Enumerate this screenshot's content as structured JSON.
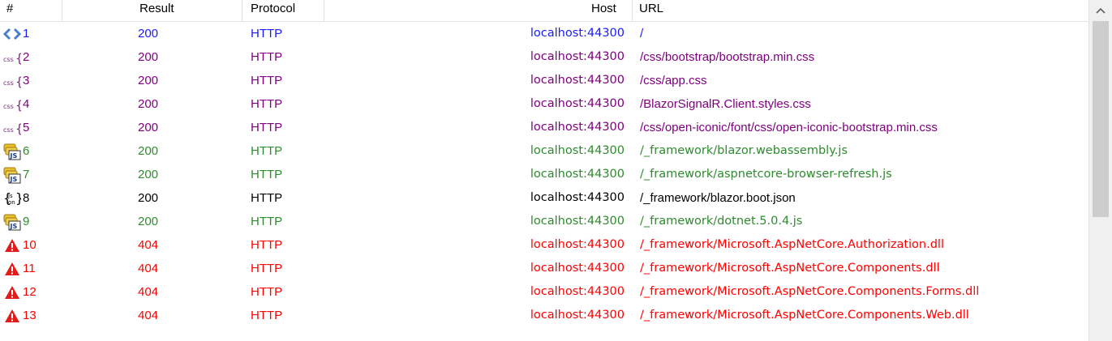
{
  "header": {
    "num": "#",
    "result": "Result",
    "protocol": "Protocol",
    "host": "Host",
    "url": "URL"
  },
  "colors": {
    "blue": "#1a1aff",
    "purple": "#800080",
    "green": "#2e8b2e",
    "black": "#000000",
    "red": "#ff0000"
  },
  "rows": [
    {
      "num": "1",
      "result": "200",
      "protocol": "HTTP",
      "host": "localhost:44300",
      "url": "/",
      "color": "#1a1aff",
      "icon": "html-icon"
    },
    {
      "num": "2",
      "result": "200",
      "protocol": "HTTP",
      "host": "localhost:44300",
      "url": "/css/bootstrap/bootstrap.min.css",
      "color": "#800080",
      "icon": "css-icon"
    },
    {
      "num": "3",
      "result": "200",
      "protocol": "HTTP",
      "host": "localhost:44300",
      "url": "/css/app.css",
      "color": "#800080",
      "icon": "css-icon"
    },
    {
      "num": "4",
      "result": "200",
      "protocol": "HTTP",
      "host": "localhost:44300",
      "url": "/BlazorSignalR.Client.styles.css",
      "color": "#800080",
      "icon": "css-icon"
    },
    {
      "num": "5",
      "result": "200",
      "protocol": "HTTP",
      "host": "localhost:44300",
      "url": "/css/open-iconic/font/css/open-iconic-bootstrap.min.css",
      "color": "#800080",
      "icon": "css-icon"
    },
    {
      "num": "6",
      "result": "200",
      "protocol": "HTTP",
      "host": "localhost:44300",
      "url": "/_framework/blazor.webassembly.js",
      "color": "#2e8b2e",
      "icon": "js-icon"
    },
    {
      "num": "7",
      "result": "200",
      "protocol": "HTTP",
      "host": "localhost:44300",
      "url": "/_framework/aspnetcore-browser-refresh.js",
      "color": "#2e8b2e",
      "icon": "js-icon"
    },
    {
      "num": "8",
      "result": "200",
      "protocol": "HTTP",
      "host": "localhost:44300",
      "url": "/_framework/blazor.boot.json",
      "color": "#000000",
      "icon": "json-icon"
    },
    {
      "num": "9",
      "result": "200",
      "protocol": "HTTP",
      "host": "localhost:44300",
      "url": "/_framework/dotnet.5.0.4.js",
      "color": "#2e8b2e",
      "icon": "js-icon"
    },
    {
      "num": "10",
      "result": "404",
      "protocol": "HTTP",
      "host": "localhost:44300",
      "url": "/_framework/Microsoft.AspNetCore.Authorization.dll",
      "color": "#ff0000",
      "icon": "warning-icon"
    },
    {
      "num": "11",
      "result": "404",
      "protocol": "HTTP",
      "host": "localhost:44300",
      "url": "/_framework/Microsoft.AspNetCore.Components.dll",
      "color": "#ff0000",
      "icon": "warning-icon"
    },
    {
      "num": "12",
      "result": "404",
      "protocol": "HTTP",
      "host": "localhost:44300",
      "url": "/_framework/Microsoft.AspNetCore.Components.Forms.dll",
      "color": "#ff0000",
      "icon": "warning-icon"
    },
    {
      "num": "13",
      "result": "404",
      "protocol": "HTTP",
      "host": "localhost:44300",
      "url": "/_framework/Microsoft.AspNetCore.Components.Web.dll",
      "color": "#ff0000",
      "icon": "warning-icon"
    }
  ],
  "scrollbar": {
    "up_icon": "chevron-up-icon"
  }
}
